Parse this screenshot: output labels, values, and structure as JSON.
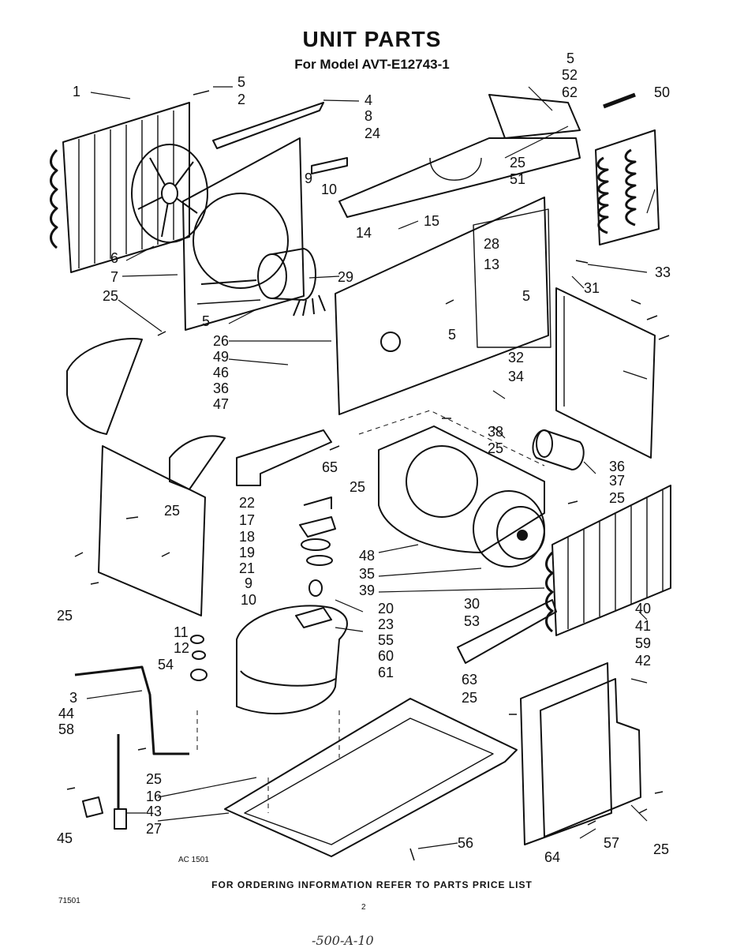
{
  "header": {
    "title": "UNIT PARTS",
    "subtitle": "For Model AVT-E12743-1"
  },
  "drawing_code": "AC 1501",
  "footer": {
    "notice": "FOR ORDERING INFORMATION REFER TO PARTS PRICE LIST",
    "doc_number": "71501",
    "page_number": "2",
    "handwritten_note": "-500-A-10"
  },
  "callouts": [
    "5",
    "52",
    "62",
    "50",
    "1",
    "5",
    "2",
    "4",
    "8",
    "24",
    "25",
    "51",
    "9",
    "10",
    "15",
    "14",
    "28",
    "6",
    "7",
    "13",
    "33",
    "25",
    "5",
    "31",
    "29",
    "5",
    "26",
    "5",
    "49",
    "46",
    "36",
    "47",
    "32",
    "34",
    "38",
    "25",
    "36",
    "65",
    "25",
    "37",
    "25",
    "22",
    "17",
    "18",
    "19",
    "21",
    "25",
    "48",
    "35",
    "39",
    "25",
    "9",
    "10",
    "20",
    "30",
    "40",
    "53",
    "23",
    "41",
    "11",
    "12",
    "54",
    "55",
    "60",
    "61",
    "59",
    "42",
    "63",
    "3",
    "44",
    "58",
    "25",
    "25",
    "16",
    "43",
    "45",
    "27",
    "56",
    "64",
    "57",
    "25"
  ]
}
